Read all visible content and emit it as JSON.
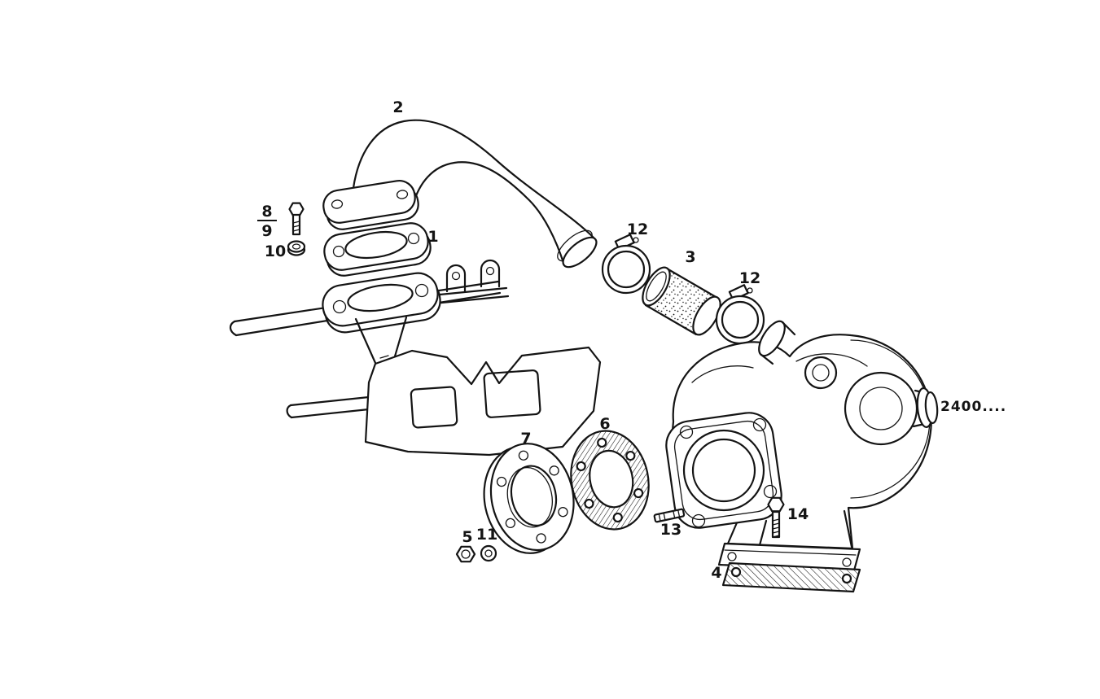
{
  "page": {
    "background_color": "#ffffff",
    "line_color": "#141414"
  },
  "diagram": {
    "labels": {
      "part1": "1",
      "part2": "2",
      "part3": "3",
      "part4": "4",
      "part5": "5",
      "part6": "6",
      "part7": "7",
      "part8": "8",
      "part9": "9",
      "part10": "10",
      "part11": "11",
      "part12_left": "12",
      "part12_right": "12",
      "part13": "13",
      "part14": "14",
      "model_code": "2400...."
    }
  }
}
